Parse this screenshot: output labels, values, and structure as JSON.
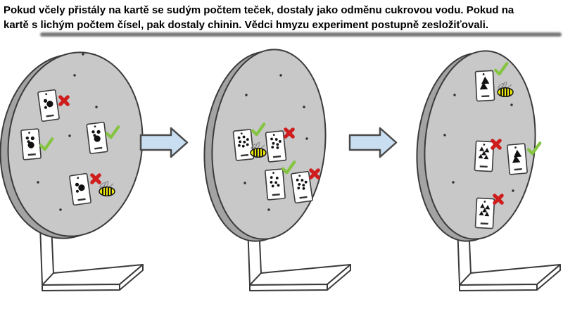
{
  "caption": {
    "line1": "Pokud včely přistály na kartě se sudým počtem teček, dostaly jako odměnu cukrovou vodu. Pokud na",
    "line2": "kartě s lichým počtem čísel, pak dostaly chinin. Vědci hmyzu experiment postupně zesložiťovali."
  },
  "colors": {
    "background": "#ffffff",
    "caption_text": "#000000",
    "divider": "#565656",
    "disk_face": "#c8c8c8",
    "disk_rim": "#a3a3a3",
    "outline": "#3b3b3b",
    "card_fill": "#ffffff",
    "symbol": "#111111",
    "check": "#85c440",
    "cross": "#cf1d1d",
    "bee_body": "#ede800",
    "bee_stripe": "#1a1a1a",
    "arrow_fill": "#c9def1",
    "arrow_stroke": "#4a4a4a",
    "stand_fill": "#ffffff"
  },
  "diagram": {
    "panels": [
      {
        "stage": 1,
        "description": "screen with large-dot cards",
        "cards": [
          {
            "symbol": "dots-large",
            "count": 3,
            "mark": "cross",
            "bee": false
          },
          {
            "symbol": "dots-large",
            "count": 4,
            "mark": "check",
            "bee": false
          },
          {
            "symbol": "dots-large",
            "count": 4,
            "mark": "check",
            "bee": false
          },
          {
            "symbol": "dots-large",
            "count": 3,
            "mark": "cross",
            "bee": true
          }
        ]
      },
      {
        "stage": 2,
        "description": "screen with many-small-dot cards",
        "cards": [
          {
            "symbol": "dots-small",
            "count": 8,
            "mark": "check",
            "bee": true
          },
          {
            "symbol": "dots-small",
            "count": 7,
            "mark": "cross",
            "bee": false
          },
          {
            "symbol": "dots-small",
            "count": 6,
            "mark": "check",
            "bee": false
          },
          {
            "symbol": "dots-small",
            "count": 7,
            "mark": "cross",
            "bee": false
          }
        ]
      },
      {
        "stage": 3,
        "description": "screen with triangle cards",
        "cards": [
          {
            "symbol": "triangles-large",
            "count": 2,
            "mark": "check",
            "bee": true
          },
          {
            "symbol": "triangles-small",
            "count": 5,
            "mark": "cross",
            "bee": false
          },
          {
            "symbol": "triangles-large",
            "count": 2,
            "mark": "check",
            "bee": false
          },
          {
            "symbol": "triangles-small",
            "count": 5,
            "mark": "cross",
            "bee": false
          }
        ]
      }
    ],
    "arrows": [
      {
        "name": "arrow-stage-1-to-2",
        "direction": "right"
      },
      {
        "name": "arrow-stage-2-to-3",
        "direction": "right"
      }
    ]
  }
}
